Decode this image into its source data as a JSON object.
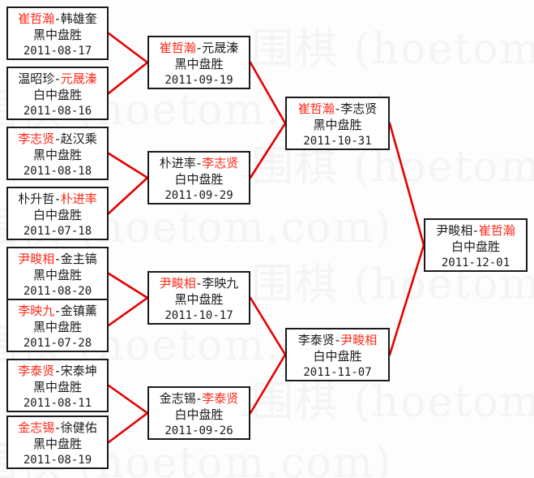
{
  "page": {
    "title": "围棋赛事对阵表",
    "background_color": "#fdfdfd",
    "winner_color": "#ff2a18",
    "loser_color": "#1a1a1a",
    "line_color": "#e60000",
    "watermark_text": "围棋 (hoetom.com)"
  },
  "rounds": [
    {
      "name": "round-1",
      "matches": [
        {
          "winner": "崔哲瀚",
          "loser": "韩雄奎",
          "winner_side": "left",
          "result": "黑中盘胜",
          "date": "2011-08-17"
        },
        {
          "winner": "元晟溱",
          "loser": "温昭珍",
          "winner_side": "right",
          "result": "白中盘胜",
          "date": "2011-08-16"
        },
        {
          "winner": "李志贤",
          "loser": "赵汉乘",
          "winner_side": "left",
          "result": "黑中盘胜",
          "date": "2011-08-18"
        },
        {
          "winner": "朴进率",
          "loser": "朴升哲",
          "winner_side": "right",
          "result": "白中盘胜",
          "date": "2011-07-18"
        },
        {
          "winner": "尹畯相",
          "loser": "金主镐",
          "winner_side": "left",
          "result": "黑中盘胜",
          "date": "2011-08-20"
        },
        {
          "winner": "李映九",
          "loser": "金镇薰",
          "winner_side": "left",
          "result": "黑中盘胜",
          "date": "2011-07-28"
        },
        {
          "winner": "李泰贤",
          "loser": "宋泰坤",
          "winner_side": "left",
          "result": "黑中盘胜",
          "date": "2011-08-11"
        },
        {
          "winner": "金志锡",
          "loser": "徐健佑",
          "winner_side": "left",
          "result": "黑中盘胜",
          "date": "2011-08-19"
        }
      ]
    },
    {
      "name": "round-2",
      "matches": [
        {
          "winner": "崔哲瀚",
          "loser": "元晟溱",
          "winner_side": "left",
          "result": "黑中盘胜",
          "date": "2011-09-19"
        },
        {
          "winner": "李志贤",
          "loser": "朴进率",
          "winner_side": "right",
          "result": "白中盘胜",
          "date": "2011-09-29"
        },
        {
          "winner": "尹畯相",
          "loser": "李映九",
          "winner_side": "left",
          "result": "黑中盘胜",
          "date": "2011-10-17"
        },
        {
          "winner": "李泰贤",
          "loser": "金志锡",
          "winner_side": "right",
          "result": "白中盘胜",
          "date": "2011-09-26"
        }
      ]
    },
    {
      "name": "semifinal",
      "matches": [
        {
          "winner": "崔哲瀚",
          "loser": "李志贤",
          "winner_side": "left",
          "result": "黑中盘胜",
          "date": "2011-10-31"
        },
        {
          "winner": "尹畯相",
          "loser": "李泰贤",
          "winner_side": "right",
          "result": "白中盘胜",
          "date": "2011-11-07"
        }
      ]
    },
    {
      "name": "final",
      "matches": [
        {
          "winner": "崔哲瀚",
          "loser": "尹畯相",
          "winner_side": "right",
          "result": "白中盘胜",
          "date": "2011-12-01"
        }
      ]
    }
  ],
  "layout": {
    "round_x": [
      8,
      182,
      352,
      523
    ],
    "round_w": [
      126,
      127,
      129,
      128
    ],
    "round_y": [
      [
        8,
        82,
        156,
        230,
        304,
        368,
        442,
        512
      ],
      [
        44,
        186,
        334,
        476
      ],
      [
        119,
        404
      ],
      [
        269
      ]
    ],
    "box_h": [
      66,
      66,
      66,
      66
    ]
  }
}
